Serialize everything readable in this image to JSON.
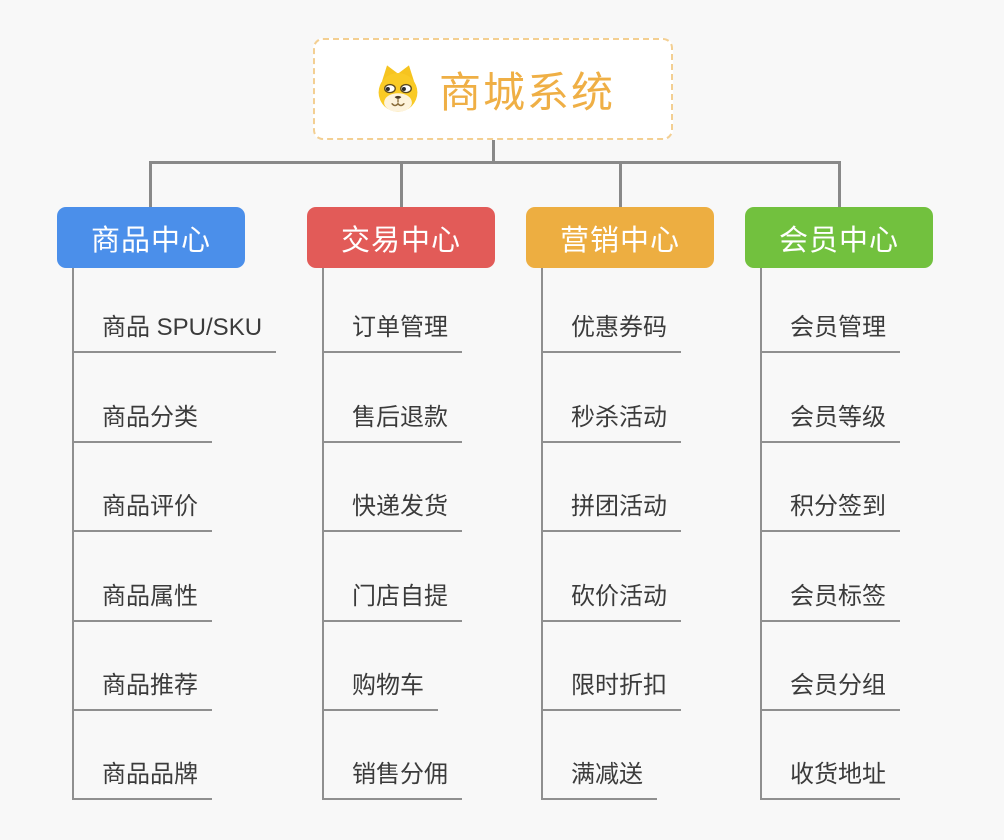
{
  "canvas": {
    "background": "#f8f8f8"
  },
  "root": {
    "title": "商城系统",
    "icon": "dog-face-icon",
    "title_color": "#efaf45",
    "border_color": "#f3cf92"
  },
  "connectors": {
    "color": "#898989"
  },
  "branches": [
    {
      "label": "商品中心",
      "color": "#4b8fea",
      "children": [
        "商品 SPU/SKU",
        "商品分类",
        "商品评价",
        "商品属性",
        "商品推荐",
        "商品品牌"
      ]
    },
    {
      "label": "交易中心",
      "color": "#e25b58",
      "children": [
        "订单管理",
        "售后退款",
        "快递发货",
        "门店自提",
        "购物车",
        "销售分佣"
      ]
    },
    {
      "label": "营销中心",
      "color": "#edae41",
      "children": [
        "优惠券码",
        "秒杀活动",
        "拼团活动",
        "砍价活动",
        "限时折扣",
        "满减送"
      ]
    },
    {
      "label": "会员中心",
      "color": "#72c13e",
      "children": [
        "会员管理",
        "会员等级",
        "积分签到",
        "会员标签",
        "会员分组",
        "收货地址"
      ]
    }
  ]
}
